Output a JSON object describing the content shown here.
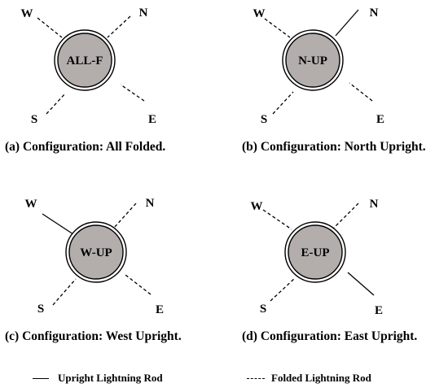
{
  "panels": [
    {
      "id": "a",
      "center_label": "ALL-F",
      "caption": "(a) Configuration: All Folded.",
      "rods": {
        "N": "folded",
        "W": "folded",
        "S": "folded",
        "E": "folded"
      },
      "direction_labels": {
        "N": "N",
        "W": "W",
        "S": "S",
        "E": "E"
      }
    },
    {
      "id": "b",
      "center_label": "N-UP",
      "caption": "(b) Configuration: North Upright.",
      "rods": {
        "N": "upright",
        "W": "folded",
        "S": "folded",
        "E": "folded"
      },
      "direction_labels": {
        "N": "N",
        "W": "W",
        "S": "S",
        "E": "E"
      }
    },
    {
      "id": "c",
      "center_label": "W-UP",
      "caption": "(c) Configuration: West Upright.",
      "rods": {
        "N": "folded",
        "W": "upright",
        "S": "folded",
        "E": "folded"
      },
      "direction_labels": {
        "N": "N",
        "W": "W",
        "S": "S",
        "E": "E"
      }
    },
    {
      "id": "d",
      "center_label": "E-UP",
      "caption": "(d) Configuration: East Upright.",
      "rods": {
        "N": "folded",
        "W": "folded",
        "S": "folded",
        "E": "upright"
      },
      "direction_labels": {
        "N": "N",
        "W": "W",
        "S": "S",
        "E": "E"
      }
    }
  ],
  "legend": {
    "upright_label": "Upright Lightning Rod",
    "folded_label": "Folded Lightning Rod"
  },
  "colors": {
    "disk_fill": "#b3aeac",
    "line": "#000000",
    "background": "#ffffff"
  }
}
